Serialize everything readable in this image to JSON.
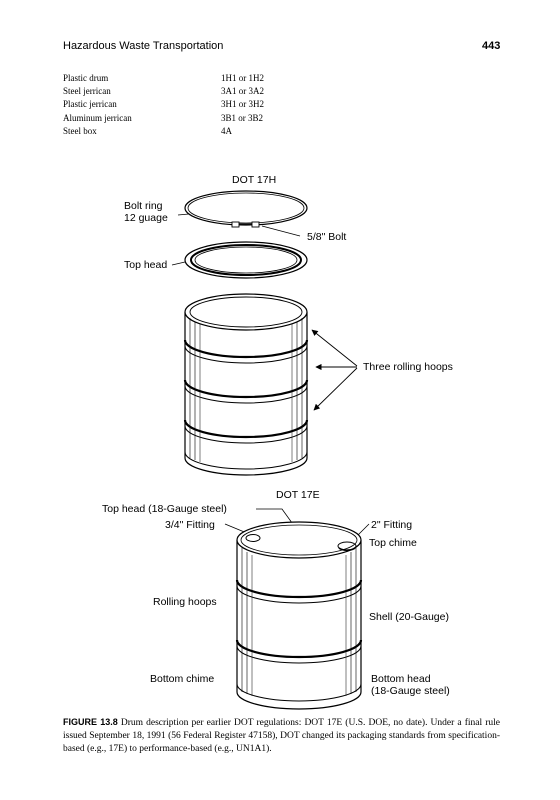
{
  "header": {
    "running_title": "Hazardous Waste Transportation",
    "page_number": "443"
  },
  "packaging_table": [
    {
      "name": "Plastic drum",
      "code": "1H1 or 1H2"
    },
    {
      "name": "Steel jerrican",
      "code": "3A1 or 3A2"
    },
    {
      "name": "Plastic jerrican",
      "code": "3H1 or 3H2"
    },
    {
      "name": "Aluminum jerrican",
      "code": "3B1 or 3B2"
    },
    {
      "name": "Steel box",
      "code": "4A"
    }
  ],
  "figure": {
    "drum_17h": {
      "title": "DOT 17H",
      "bolt_ring_line1": "Bolt ring",
      "bolt_ring_line2": "12  guage",
      "bolt_label": "5/8\" Bolt",
      "top_head_label": "Top head",
      "hoops_label": "Three rolling hoops"
    },
    "drum_17e": {
      "title": "DOT 17E",
      "top_head_label": "Top head (18-Gauge steel)",
      "fitting_small_label": "3/4\" Fitting",
      "fitting_large_label": "2\" Fitting",
      "top_chime_label": "Top chime",
      "rolling_hoops_label": "Rolling hoops",
      "shell_label": "Shell (20-Gauge)",
      "bottom_chime_label": "Bottom chime",
      "bottom_head_line1": "Bottom head",
      "bottom_head_line2": "(18-Gauge steel)"
    }
  },
  "caption": {
    "label": "FIGURE 13.8",
    "text": "Drum description per earlier DOT regulations: DOT 17E (U.S. DOE, no date). Under a final rule issued September 18, 1991 (56 Federal Register 47158), DOT changed its packaging standards from specification-based (e.g., 17E) to performance-based (e.g., UN1A1)."
  }
}
